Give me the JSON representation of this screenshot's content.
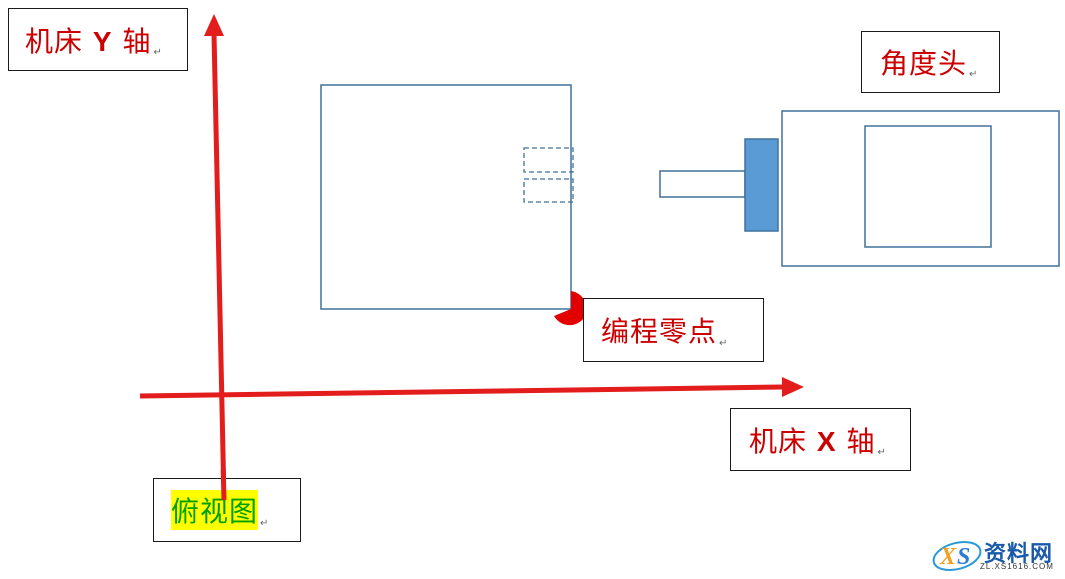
{
  "labels": {
    "y_axis_prefix": "机床",
    "y_axis_letter": "Y",
    "y_axis_suffix": "轴",
    "x_axis_prefix": "机床",
    "x_axis_letter": "X",
    "x_axis_suffix": "轴",
    "angle_head": "角度头",
    "program_zero": "编程零点",
    "top_view": "俯视图",
    "paragraph_mark": "↵"
  },
  "watermark": {
    "title": "资料网",
    "subtitle": "ZL.XS1616.COM"
  },
  "colors": {
    "axis": "#e31c1c",
    "outline": "#41719c",
    "tool_fill": "#5b9bd5",
    "label_text": "#cc0000",
    "highlight_bg": "#ffff00",
    "highlight_text": "#00a000"
  }
}
